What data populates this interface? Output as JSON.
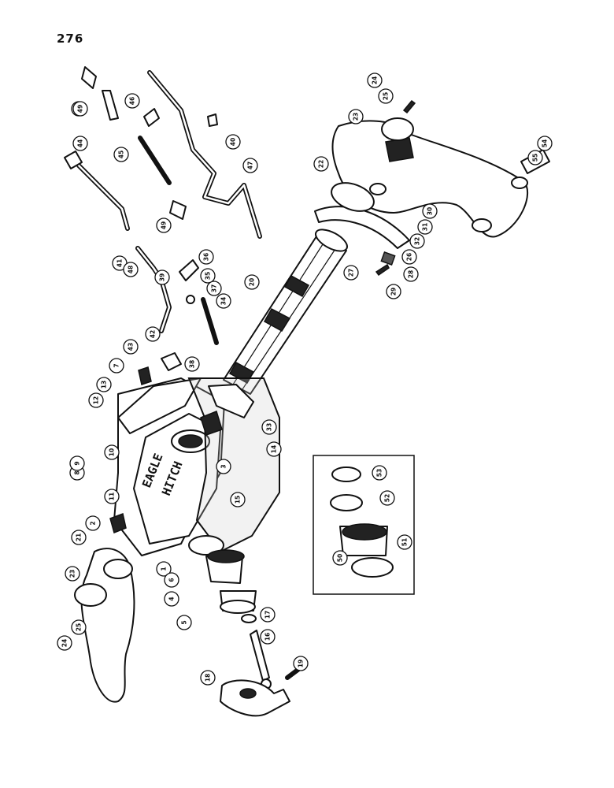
{
  "page_number": "276",
  "housing_text": [
    "EAGLE",
    "HITCH"
  ],
  "callouts": [
    {
      "id": "c1",
      "label": "1"
    },
    {
      "id": "c2",
      "label": "2"
    },
    {
      "id": "c3",
      "label": "3"
    },
    {
      "id": "c4",
      "label": "4"
    },
    {
      "id": "c5",
      "label": "5"
    },
    {
      "id": "c6",
      "label": "6"
    },
    {
      "id": "c7",
      "label": "7"
    },
    {
      "id": "c8",
      "label": "8"
    },
    {
      "id": "c9",
      "label": "9"
    },
    {
      "id": "c10",
      "label": "10"
    },
    {
      "id": "c11",
      "label": "11"
    },
    {
      "id": "c12",
      "label": "12"
    },
    {
      "id": "c13",
      "label": "13"
    },
    {
      "id": "c14",
      "label": "14"
    },
    {
      "id": "c15",
      "label": "15"
    },
    {
      "id": "c16",
      "label": "16"
    },
    {
      "id": "c17",
      "label": "17"
    },
    {
      "id": "c18",
      "label": "18"
    },
    {
      "id": "c19",
      "label": "19"
    },
    {
      "id": "c20",
      "label": "20"
    },
    {
      "id": "c21",
      "label": "21"
    },
    {
      "id": "c22",
      "label": "22"
    },
    {
      "id": "c23a",
      "label": "23"
    },
    {
      "id": "c23b",
      "label": "23"
    },
    {
      "id": "c24a",
      "label": "24"
    },
    {
      "id": "c24b",
      "label": "24"
    },
    {
      "id": "c25a",
      "label": "25"
    },
    {
      "id": "c25b",
      "label": "25"
    },
    {
      "id": "c26",
      "label": "26"
    },
    {
      "id": "c27",
      "label": "27"
    },
    {
      "id": "c28",
      "label": "28"
    },
    {
      "id": "c29",
      "label": "29"
    },
    {
      "id": "c30",
      "label": "30"
    },
    {
      "id": "c31",
      "label": "31"
    },
    {
      "id": "c32",
      "label": "32"
    },
    {
      "id": "c33",
      "label": "33"
    },
    {
      "id": "c34",
      "label": "34"
    },
    {
      "id": "c35",
      "label": "35"
    },
    {
      "id": "c36",
      "label": "36"
    },
    {
      "id": "c37",
      "label": "37"
    },
    {
      "id": "c38",
      "label": "38"
    },
    {
      "id": "c39",
      "label": "39"
    },
    {
      "id": "c40",
      "label": "40"
    },
    {
      "id": "c41",
      "label": "41"
    },
    {
      "id": "c42",
      "label": "42"
    },
    {
      "id": "c43a",
      "label": "43"
    },
    {
      "id": "c43b",
      "label": "43"
    },
    {
      "id": "c44",
      "label": "44"
    },
    {
      "id": "c45",
      "label": "45"
    },
    {
      "id": "c46",
      "label": "46"
    },
    {
      "id": "c47",
      "label": "47"
    },
    {
      "id": "c48",
      "label": "48"
    },
    {
      "id": "c49a",
      "label": "49"
    },
    {
      "id": "c49b",
      "label": "49"
    },
    {
      "id": "c50",
      "label": "50"
    },
    {
      "id": "c51",
      "label": "51"
    },
    {
      "id": "c52",
      "label": "52"
    },
    {
      "id": "c53",
      "label": "53"
    },
    {
      "id": "c54",
      "label": "54"
    },
    {
      "id": "c55",
      "label": "55"
    }
  ]
}
